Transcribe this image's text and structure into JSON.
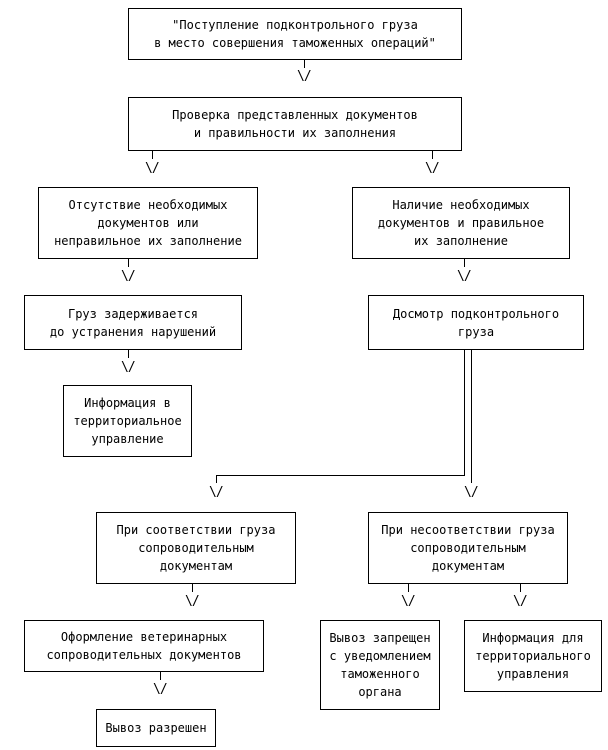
{
  "nodes": {
    "arrival": "\"Поступление подконтрольного груза\nв место совершения таможенных операций\"",
    "check": "Проверка представленных документов\nи правильности их заполнения",
    "absence": "Отсутствие необходимых\nдокументов или\nнеправильное их заполнение",
    "presence": "Наличие необходимых\nдокументов и правильное\nих заполнение",
    "detained": "Груз задерживается\nдо устранения нарушений",
    "info_left": "Информация в\nтерриториальное\nуправление",
    "inspection": "Досмотр подконтрольного\nгруза",
    "match": "При соответствии груза\nсопроводительным\nдокументам",
    "mismatch": "При несоответствии груза\nсопроводительным\nдокументам",
    "vet_docs": "Оформление ветеринарных\nсопроводительных документов",
    "export_allowed": "Вывоз разрешен",
    "export_banned": "Вывоз запрещен\nс уведомлением\nтаможенного\nоргана",
    "info_right": "Информация для\nтерриториального\nуправления"
  },
  "arrow_glyph": "\\/"
}
